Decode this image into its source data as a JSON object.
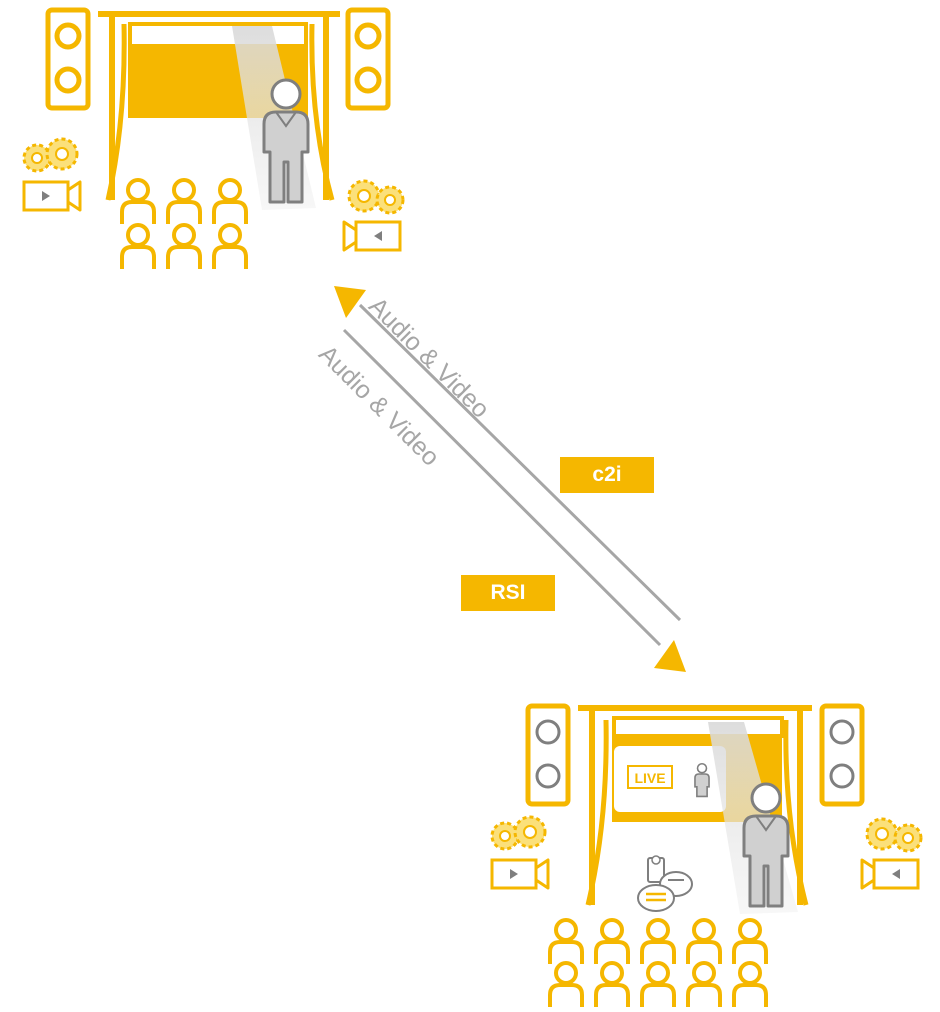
{
  "labels": {
    "flow_upper": "Audio & Video",
    "flow_lower": "Audio & Video",
    "tag_c2i": "c2i",
    "tag_rsi": "RSI",
    "live_badge": "LIVE"
  },
  "colors": {
    "accent": "#F5B700",
    "accent_light": "#FBE07A",
    "grey": "#A6A6A6",
    "dark_grey": "#8C8C8C",
    "white": "#FFFFFF"
  },
  "icons": {
    "camera": "video-camera-icon",
    "gears": "gears-icon",
    "speaker": "speaker-icon",
    "presenter": "presenter-icon",
    "audience": "audience-icon",
    "chat": "chat-bubbles-icon"
  }
}
